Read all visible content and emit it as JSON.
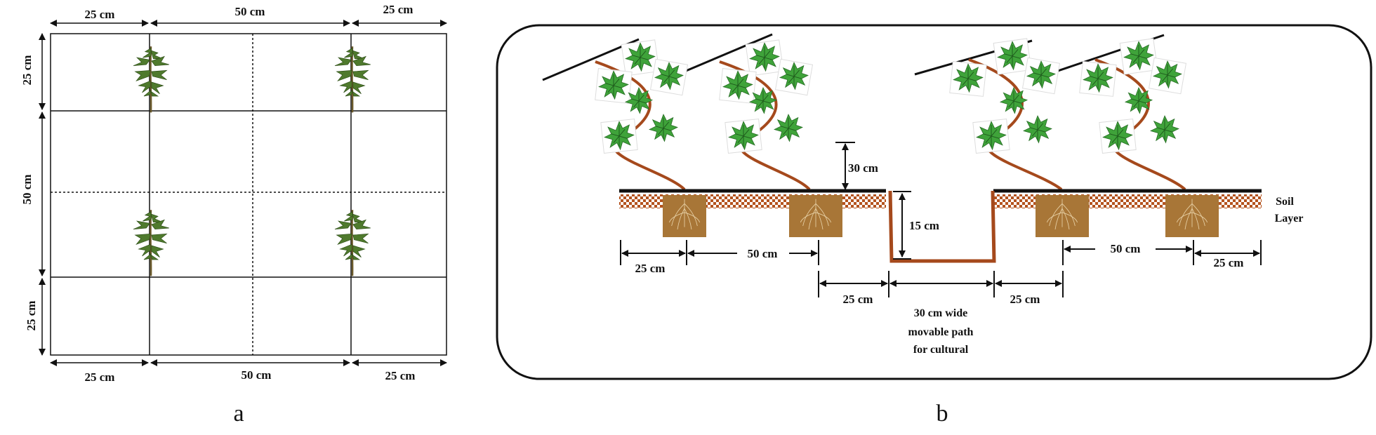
{
  "panel_a": {
    "label": "a",
    "top_dims": [
      "25 cm",
      "50 cm",
      "25 cm"
    ],
    "bottom_dims": [
      "25 cm",
      "50 cm",
      "25 cm"
    ],
    "side_dims": [
      "25 cm",
      "50 cm",
      "25 cm"
    ]
  },
  "panel_b": {
    "label": "b",
    "height_above_soil": "30 cm",
    "trench_depth": "15 cm",
    "soil_layer_label": [
      "Soil",
      "Layer"
    ],
    "left_bed_dims": [
      "25 cm",
      "50 cm"
    ],
    "right_bed_dims": [
      "50 cm",
      "25 cm"
    ],
    "path_dims": [
      "25 cm",
      "25 cm"
    ],
    "path_label": [
      "30 cm wide",
      "movable path",
      "for cultural"
    ]
  },
  "colors": {
    "stem": "#a5491c",
    "leaf": "#3fa33a",
    "soil_block": "#a87637",
    "soil_check": "#b4531e",
    "plant_green": "#4f7a2d"
  }
}
